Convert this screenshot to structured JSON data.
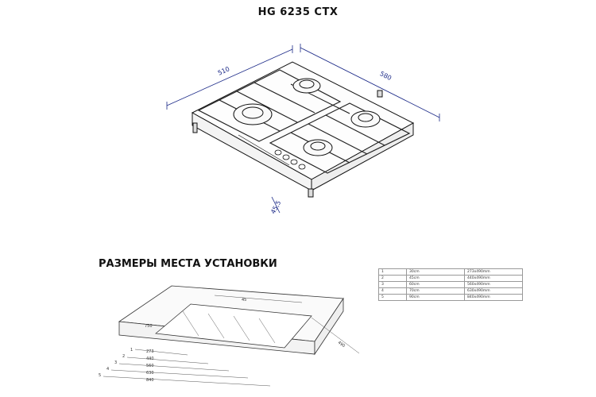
{
  "header": {
    "title": "HG 6235 CTX"
  },
  "hob_dimensions": {
    "width": "510",
    "depth": "580",
    "height": "45,5"
  },
  "section": {
    "title": "РАЗМЕРЫ МЕСТА УСТАНОВКИ"
  },
  "cutout_labels": {
    "top": "45",
    "side": "750",
    "depth": "490",
    "rows": [
      {
        "index": "1",
        "value": "273"
      },
      {
        "index": "2",
        "value": "440"
      },
      {
        "index": "3",
        "value": "560"
      },
      {
        "index": "4",
        "value": "630"
      },
      {
        "index": "5",
        "value": "840"
      }
    ]
  },
  "table": {
    "rows": [
      {
        "n": "1",
        "width": "30cm",
        "cutout": "273x490mm"
      },
      {
        "n": "2",
        "width": "45cm",
        "cutout": "440x490mm"
      },
      {
        "n": "3",
        "width": "60cm",
        "cutout": "560x490mm"
      },
      {
        "n": "4",
        "width": "70cm",
        "cutout": "630x490mm"
      },
      {
        "n": "5",
        "width": "90cm",
        "cutout": "840x490mm"
      }
    ]
  }
}
